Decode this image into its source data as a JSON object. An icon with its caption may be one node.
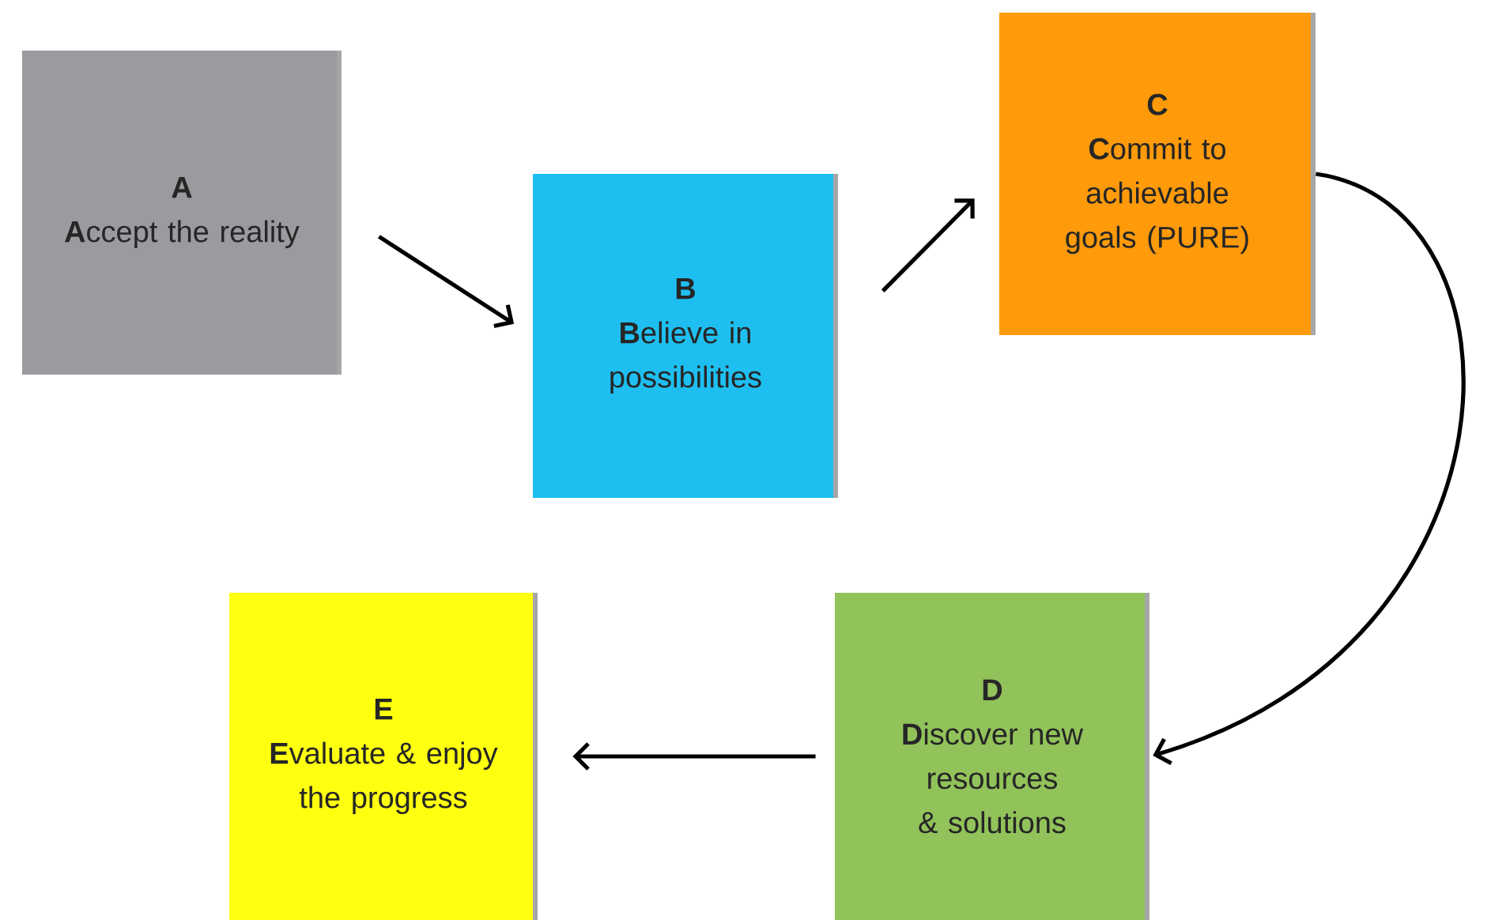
{
  "diagram": {
    "nodes": [
      {
        "text": [
          "A",
          "**A**ccept the reality"
        ]
      },
      {
        "text": [
          "B",
          "**B**elieve in possibilities"
        ]
      },
      {
        "text": [
          "C",
          "**C**ommit to achievable goals (PURE)"
        ]
      },
      {
        "text": [
          "D",
          "**D**iscover new resources & solutions"
        ]
      },
      {
        "text": [
          "E",
          "**E**valuate & enjoy the progress"
        ]
      }
    ],
    "edges": [
      {
        "from": 0,
        "to": 1,
        "arrow": "to"
      },
      {
        "from": 1,
        "to": 2,
        "arrow": "to"
      },
      {
        "from": 2,
        "to": 3,
        "arrow": "to"
      },
      {
        "from": 3,
        "to": 4,
        "arrow": "to"
      }
    ]
  }
}
